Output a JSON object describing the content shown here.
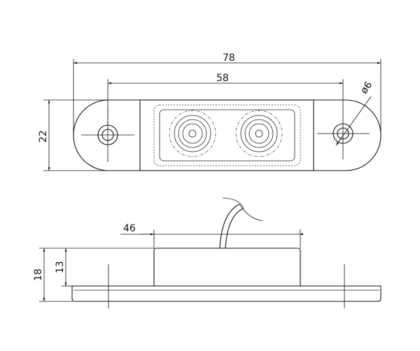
{
  "drawing": {
    "dimensions": {
      "overall_length": "78",
      "hole_spacing": "58",
      "hole_diameter": "ø6",
      "width": "22",
      "lens_length": "46",
      "total_height": "18",
      "body_height": "13"
    }
  }
}
